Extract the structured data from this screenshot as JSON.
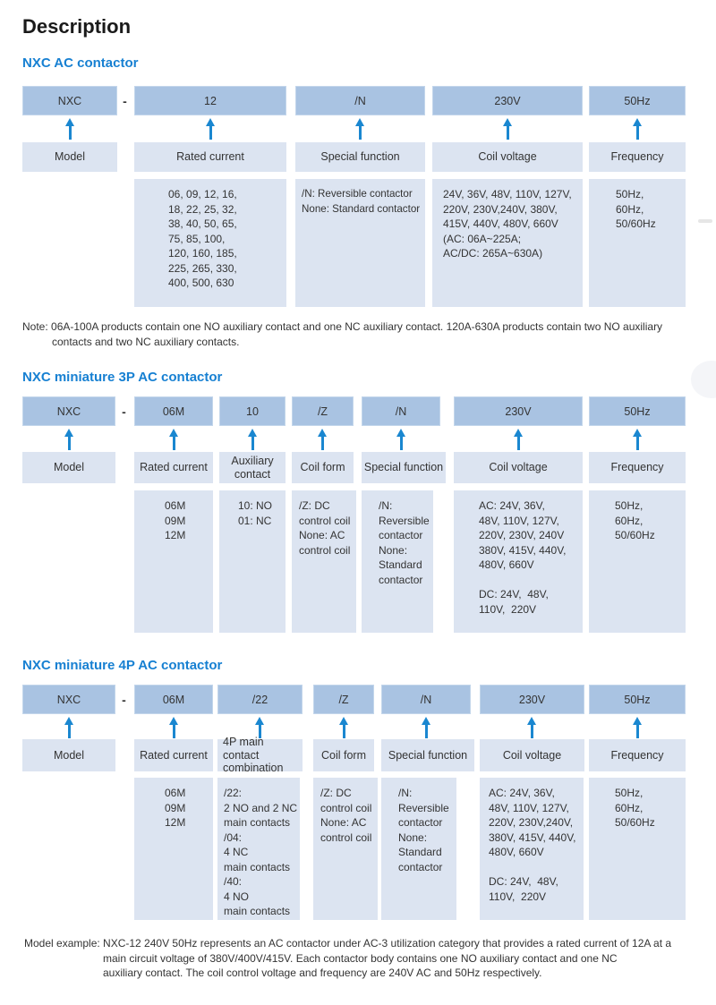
{
  "page": {
    "title": "Description",
    "note": "Note: 06A-100A products contain one NO auxiliary contact and one NC auxiliary contact. 120A-630A products contain two NO auxiliary\ncontacts and two NC auxiliary contacts.",
    "model_example": "Model example: NXC-12 240V 50Hz represents an AC contactor under AC-3 utilization category that provides a rated current of 12A at a\nmain circuit voltage of 380V/400V/415V. Each contactor body contains one NO auxiliary contact and one NC\nauxiliary contact. The coil control voltage and frequency are 240V AC and 50Hz respectively."
  },
  "colors": {
    "heading_blue": "#1780d2",
    "box_dark_blue": "#a9c3e2",
    "box_light_blue": "#dce4f1",
    "arrow_blue": "#1a87d0",
    "text": "#333333"
  },
  "sections": [
    {
      "heading": "NXC AC contactor",
      "separator": "-",
      "columns": [
        {
          "code": "NXC",
          "label": "Model",
          "detail": ""
        },
        {
          "code": "12",
          "label": "Rated current",
          "detail": "06, 09, 12, 16,\n18, 22, 25, 32,\n38, 40, 50, 65,\n75, 85, 100,\n120, 160, 185,\n225, 265, 330,\n400, 500, 630"
        },
        {
          "code": "/N",
          "label": "Special function",
          "detail": "/N: Reversible contactor\nNone: Standard contactor"
        },
        {
          "code": "230V",
          "label": "Coil voltage",
          "detail": "24V, 36V, 48V, 110V, 127V,\n220V, 230V,240V, 380V,\n415V, 440V, 480V, 660V\n(AC: 06A~225A;\nAC/DC: 265A~630A)"
        },
        {
          "code": "50Hz",
          "label": "Frequency",
          "detail": "50Hz,\n60Hz,\n50/60Hz"
        }
      ]
    },
    {
      "heading": "NXC miniature 3P AC contactor",
      "separator": "-",
      "columns": [
        {
          "code": "NXC",
          "label": "Model",
          "detail": ""
        },
        {
          "code": "06M",
          "label": "Rated current",
          "detail": "06M\n09M\n12M"
        },
        {
          "code": "10",
          "label": "Auxiliary\ncontact",
          "detail": "10: NO\n01: NC"
        },
        {
          "code": "/Z",
          "label": "Coil form",
          "detail": "/Z: DC\ncontrol coil\nNone: AC\ncontrol coil"
        },
        {
          "code": "/N",
          "label": "Special function",
          "detail": "/N:\nReversible\ncontactor\nNone:\nStandard\ncontactor"
        },
        {
          "code": "230V",
          "label": "Coil voltage",
          "detail": "AC: 24V, 36V,\n48V, 110V, 127V,\n220V, 230V, 240V\n380V, 415V, 440V,\n480V, 660V\n\nDC: 24V,  48V,\n110V,  220V"
        },
        {
          "code": "50Hz",
          "label": "Frequency",
          "detail": "50Hz,\n60Hz,\n50/60Hz"
        }
      ]
    },
    {
      "heading": "NXC miniature 4P AC contactor",
      "separator": "-",
      "columns": [
        {
          "code": "NXC",
          "label": "Model",
          "detail": ""
        },
        {
          "code": "06M",
          "label": "Rated current",
          "detail": "06M\n09M\n12M"
        },
        {
          "code": "/22",
          "label": "4P main contact\ncombination",
          "detail": "/22:\n2 NO and 2 NC\nmain contacts\n/04:\n4 NC\nmain contacts\n/40:\n4 NO\nmain contacts"
        },
        {
          "code": "/Z",
          "label": "Coil form",
          "detail": "/Z: DC\ncontrol coil\nNone: AC\ncontrol coil"
        },
        {
          "code": "/N",
          "label": "Special function",
          "detail": "/N:\nReversible\ncontactor\nNone:\nStandard\ncontactor"
        },
        {
          "code": "230V",
          "label": "Coil voltage",
          "detail": "AC: 24V, 36V,\n48V, 110V, 127V,\n220V, 230V,240V,\n380V, 415V, 440V,\n480V, 660V\n\nDC: 24V,  48V,\n110V,  220V"
        },
        {
          "code": "50Hz",
          "label": "Frequency",
          "detail": "50Hz,\n60Hz,\n50/60Hz"
        }
      ]
    }
  ]
}
